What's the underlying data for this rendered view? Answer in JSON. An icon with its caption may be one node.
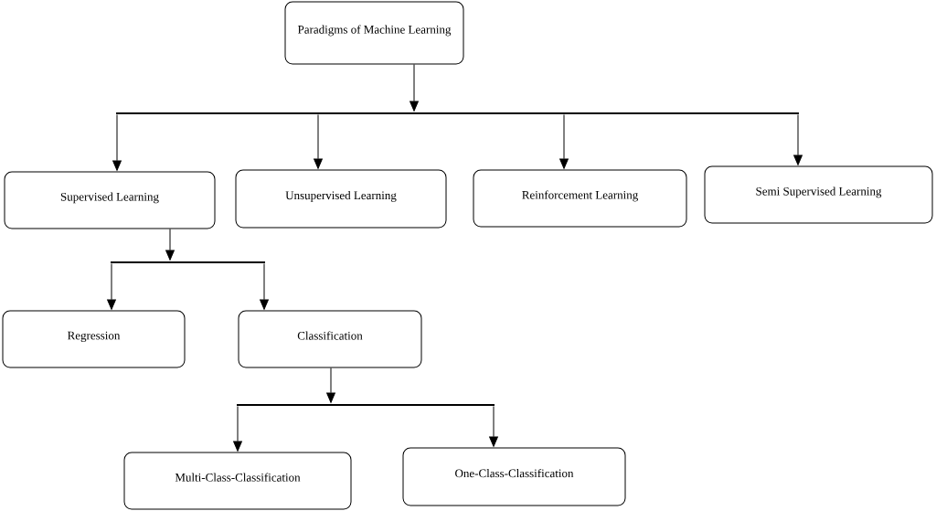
{
  "diagram": {
    "nodes": [
      {
        "text": [
          "Paradigms of Machine Learning"
        ]
      },
      {
        "text": [],
        "shape": "bar"
      },
      {
        "text": [
          "Supervised Learning"
        ]
      },
      {
        "text": [
          "Unsupervised Learning"
        ]
      },
      {
        "text": [
          "Reinforcement Learning"
        ]
      },
      {
        "text": [
          "Semi Supervised Learning"
        ]
      },
      {
        "text": [],
        "shape": "bar"
      },
      {
        "text": [
          "Regression"
        ]
      },
      {
        "text": [
          "Classification"
        ]
      },
      {
        "text": [],
        "shape": "bar"
      },
      {
        "text": [
          "Multi-Class-Classification"
        ]
      },
      {
        "text": [
          "One-Class-Classification"
        ]
      }
    ],
    "edges": [
      {
        "from": 0,
        "to": 1,
        "arrow": "to"
      },
      {
        "from": 1,
        "to": 2,
        "arrow": "to"
      },
      {
        "from": 1,
        "to": 3,
        "arrow": "to"
      },
      {
        "from": 1,
        "to": 4,
        "arrow": "to"
      },
      {
        "from": 1,
        "to": 5,
        "arrow": "to"
      },
      {
        "from": 2,
        "to": 6,
        "arrow": "to"
      },
      {
        "from": 6,
        "to": 7,
        "arrow": "to"
      },
      {
        "from": 6,
        "to": 8,
        "arrow": "to"
      },
      {
        "from": 8,
        "to": 9,
        "arrow": "to"
      },
      {
        "from": 9,
        "to": 10,
        "arrow": "to"
      },
      {
        "from": 9,
        "to": 11,
        "arrow": "to"
      }
    ]
  }
}
